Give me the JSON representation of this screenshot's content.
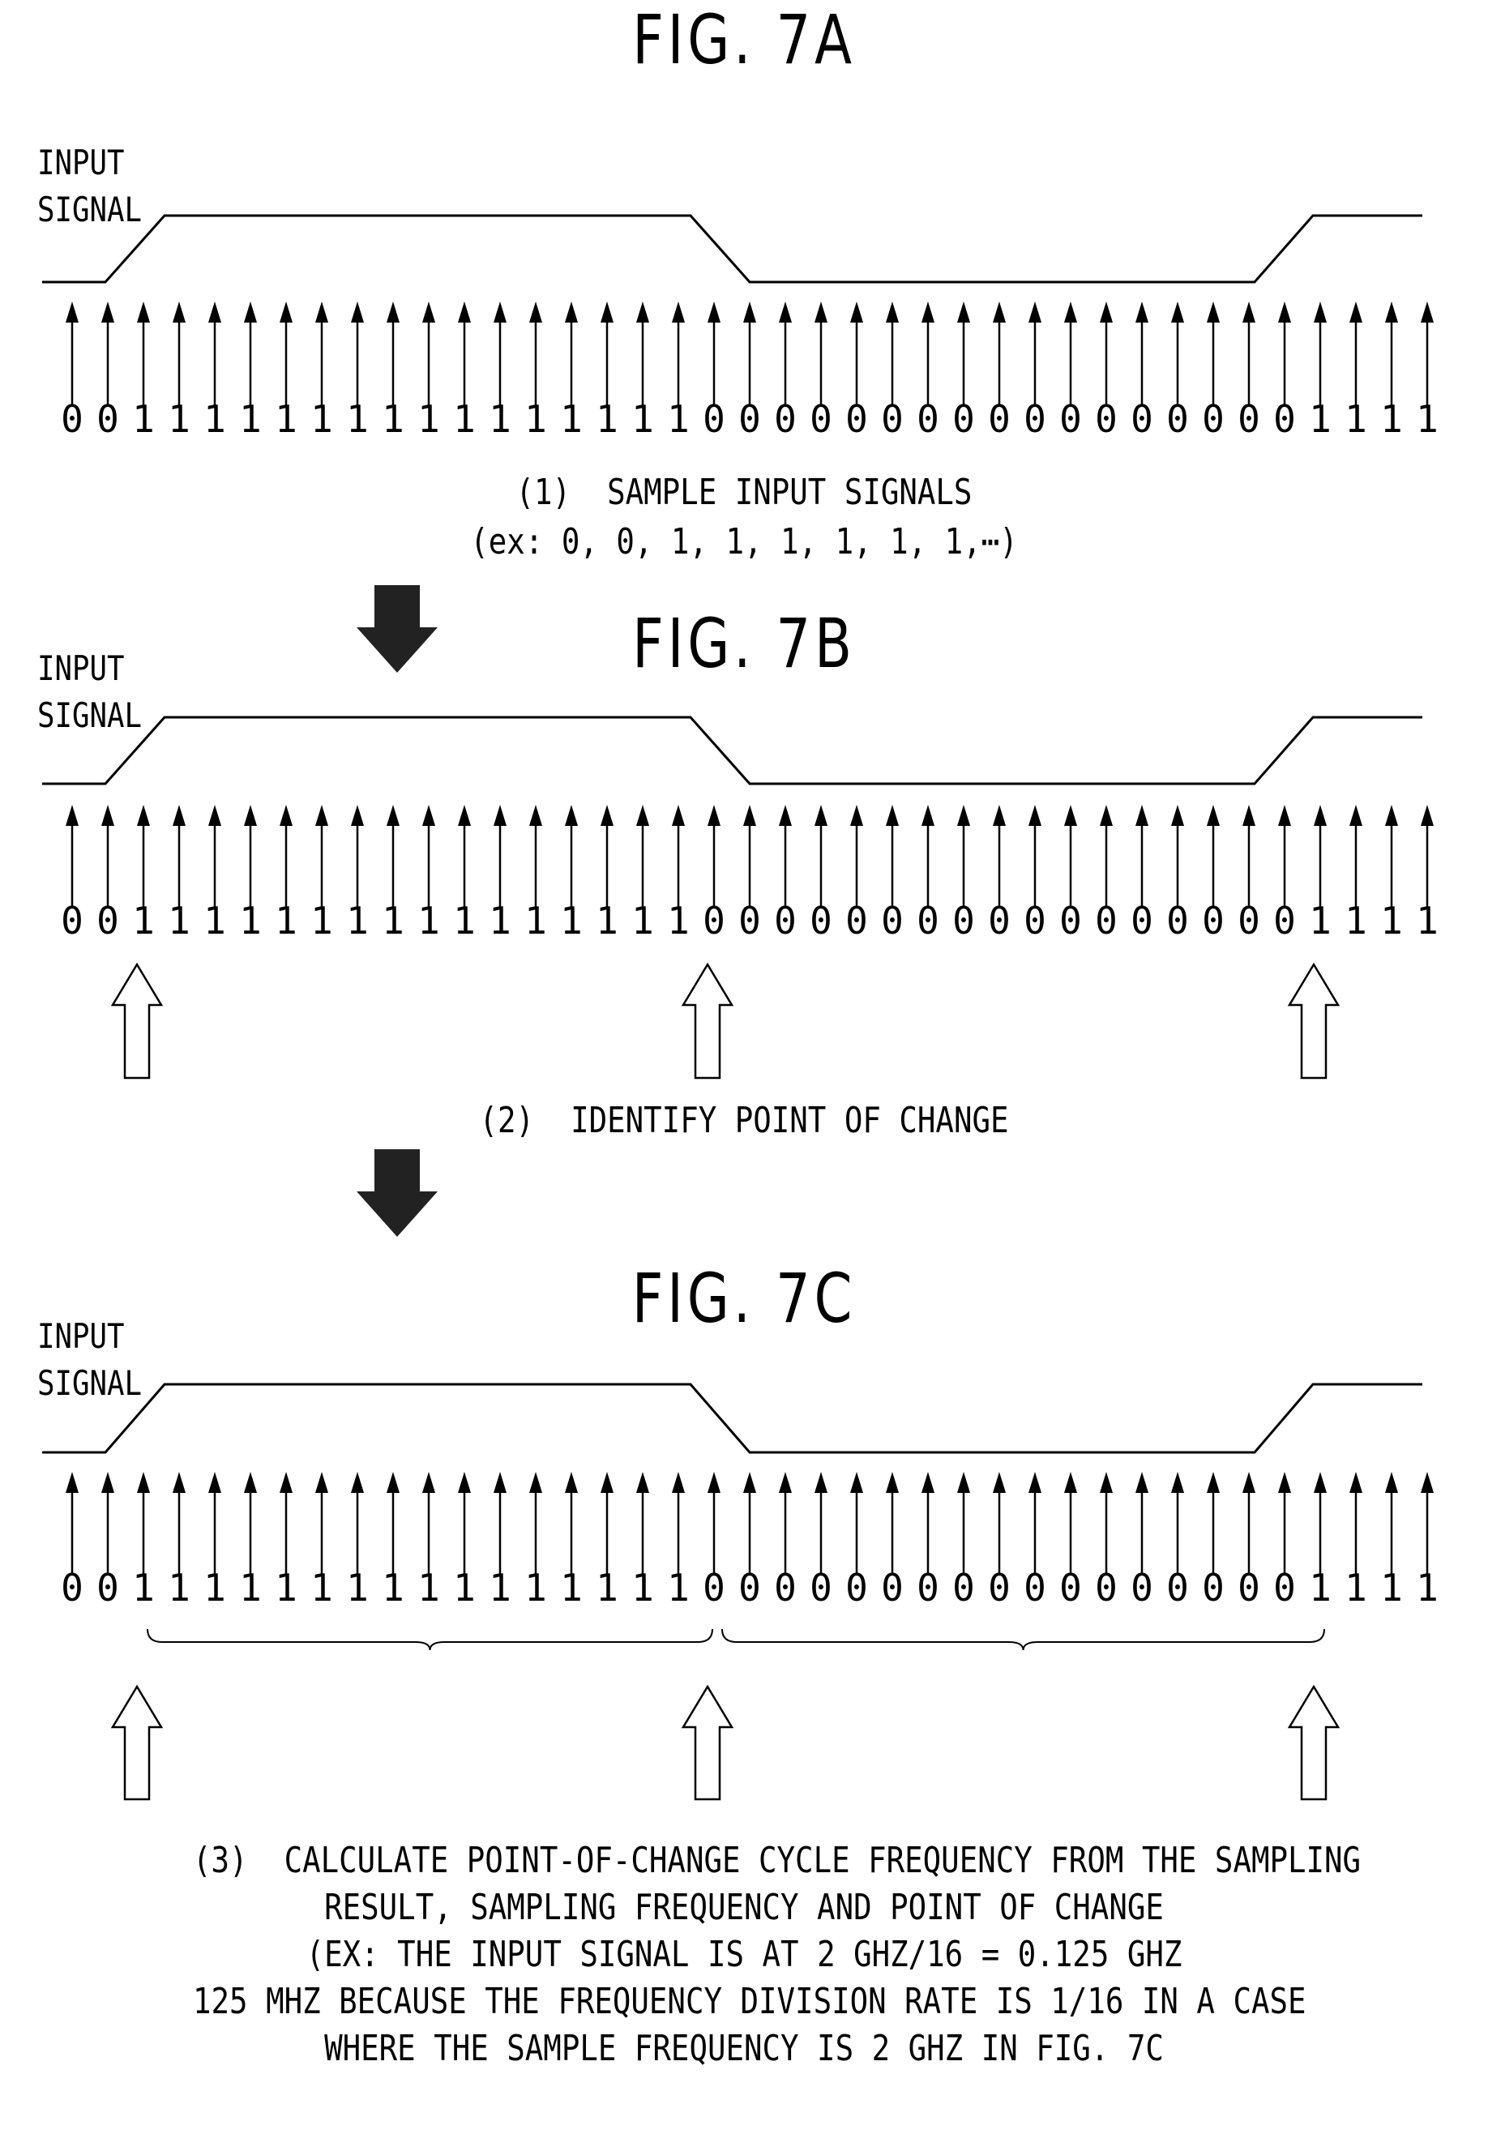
{
  "figures": [
    {
      "title": "FIG. 7A",
      "signal_label": [
        "INPUT",
        "SIGNAL"
      ],
      "samples": [
        0,
        0,
        1,
        1,
        1,
        1,
        1,
        1,
        1,
        1,
        1,
        1,
        1,
        1,
        1,
        1,
        1,
        1,
        0,
        0,
        0,
        0,
        0,
        0,
        0,
        0,
        0,
        0,
        0,
        0,
        0,
        0,
        0,
        0,
        0,
        1,
        1,
        1,
        1
      ],
      "captions": [
        "(1)  SAMPLE INPUT SIGNALS",
        "(ex: 0, 0, 1, 1, 1, 1, 1, 1,⋯)"
      ]
    },
    {
      "title": "FIG. 7B",
      "signal_label": [
        "INPUT",
        "SIGNAL"
      ],
      "samples": [
        0,
        0,
        1,
        1,
        1,
        1,
        1,
        1,
        1,
        1,
        1,
        1,
        1,
        1,
        1,
        1,
        1,
        1,
        0,
        0,
        0,
        0,
        0,
        0,
        0,
        0,
        0,
        0,
        0,
        0,
        0,
        0,
        0,
        0,
        0,
        1,
        1,
        1,
        1
      ],
      "change_points": [
        2,
        18,
        35
      ],
      "captions": [
        "(2)  IDENTIFY POINT OF CHANGE"
      ]
    },
    {
      "title": "FIG. 7C",
      "signal_label": [
        "INPUT",
        "SIGNAL"
      ],
      "samples": [
        0,
        0,
        1,
        1,
        1,
        1,
        1,
        1,
        1,
        1,
        1,
        1,
        1,
        1,
        1,
        1,
        1,
        1,
        0,
        0,
        0,
        0,
        0,
        0,
        0,
        0,
        0,
        0,
        0,
        0,
        0,
        0,
        0,
        0,
        0,
        1,
        1,
        1,
        1
      ],
      "change_points": [
        2,
        18,
        35
      ],
      "captions": [
        "(3)  CALCULATE POINT-OF-CHANGE CYCLE FREQUENCY FROM THE SAMPLING",
        "RESULT, SAMPLING FREQUENCY AND POINT OF CHANGE",
        "(EX: THE INPUT SIGNAL IS AT 2 GHZ/16 = 0.125 GHZ",
        "125 MHZ BECAUSE THE FREQUENCY DIVISION RATE IS 1/16 IN A CASE",
        "WHERE THE SAMPLE FREQUENCY IS 2 GHZ IN FIG. 7C"
      ]
    }
  ]
}
